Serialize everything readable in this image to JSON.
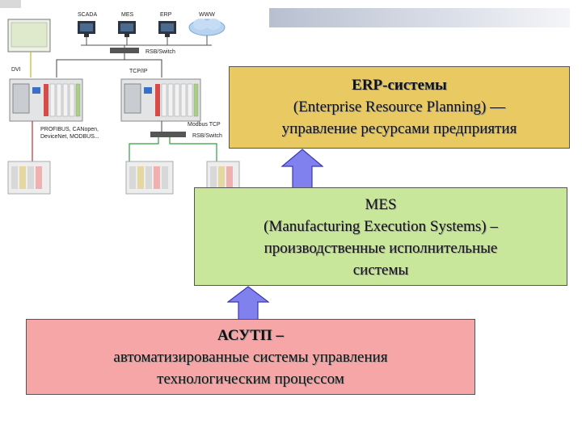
{
  "schema": {
    "top_labels": [
      "SCADA",
      "MES",
      "ERP",
      "WWW"
    ],
    "switch_label_top": "RSB/Switch",
    "switch_label_mid": "RSB/Switch",
    "dvi_label": "DVI",
    "tcpip_label": "TCP/IP",
    "modbus_label": "Modbus TCP",
    "fieldbus_label_1": "PROFIBUS, CANopen,",
    "fieldbus_label_2": "DeviceNet, MODBUS..."
  },
  "colors": {
    "erp_fill": "#e9c961",
    "mes_fill": "#c8e79a",
    "asu_fill": "#f6a6a6",
    "arrow_fill": "#8080ee"
  },
  "erp": {
    "line1": "ERP-системы",
    "line2": "(Enterprise Resource Planning) —",
    "line3": "управление ресурсами предприятия"
  },
  "mes": {
    "line1": "MES",
    "line2": "(Manufacturing Execution Systems) –",
    "line3": "производственные исполнительные",
    "line4": "системы"
  },
  "asu": {
    "line1": "АСУТП –",
    "line2": "автоматизированные системы управления",
    "line3": "технологическим процессом"
  }
}
